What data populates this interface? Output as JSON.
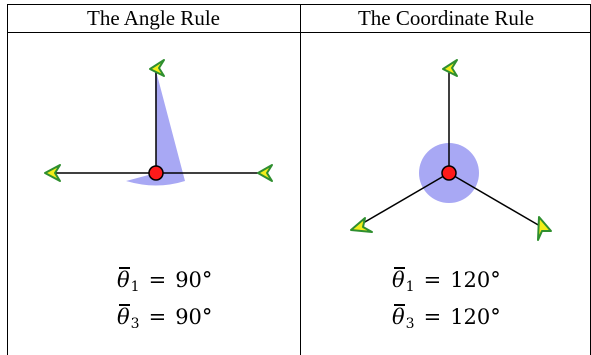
{
  "headers": {
    "left": "The Angle Rule",
    "right": "The Coordinate Rule"
  },
  "formulas": {
    "left": [
      {
        "symbol": "θ",
        "subscript": "1",
        "value": "90°"
      },
      {
        "symbol": "θ",
        "subscript": "3",
        "value": "90°"
      }
    ],
    "right": [
      {
        "symbol": "θ",
        "subscript": "1",
        "value": "120°"
      },
      {
        "symbol": "θ",
        "subscript": "3",
        "value": "120°"
      }
    ]
  },
  "colors": {
    "region_fill": "#a8a8f4",
    "center_node": "#ff1a1a",
    "arrow_fill": "#f2ee1a",
    "arrow_stroke": "#2f8f2f",
    "line": "#000000"
  }
}
